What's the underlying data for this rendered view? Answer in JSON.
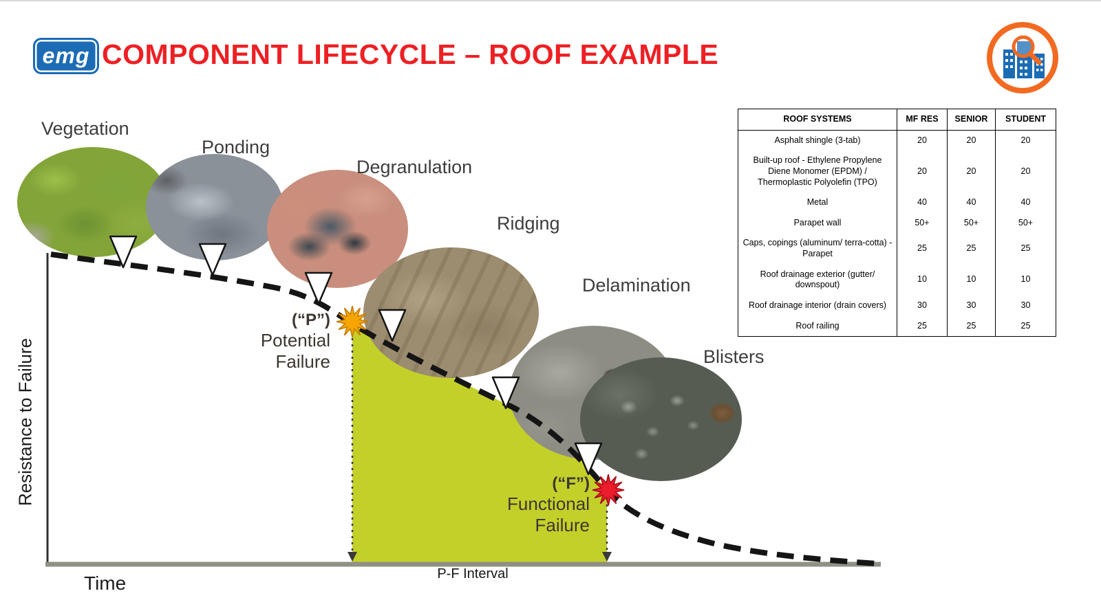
{
  "header": {
    "logo_text": "emg",
    "title": "COMPONENT LIFECYCLE – ROOF EXAMPLE",
    "logo_color": "#1b6cb5",
    "title_color": "#ed2024"
  },
  "diagram": {
    "y_axis_label": "Resistance to Failure",
    "x_axis_label": "Time",
    "stage_labels": {
      "vegetation": "Vegetation",
      "ponding": "Ponding",
      "degranulation": "Degranulation",
      "ridging": "Ridging",
      "delamination": "Delamination",
      "blisters": "Blisters"
    },
    "potential_failure": {
      "symbol": "(“P”)",
      "line1": "Potential",
      "line2": "Failure"
    },
    "functional_failure": {
      "symbol": "(“F”)",
      "line1": "Functional",
      "line2": "Failure"
    },
    "pf_interval_label": "P-F Interval",
    "colors": {
      "interval_fill": "#c4d02a",
      "potential_marker": "#f7a405",
      "functional_marker": "#eb1c2b",
      "curve": "#151515"
    }
  },
  "table": {
    "title_col": "ROOF SYSTEMS",
    "columns": [
      "MF RES",
      "SENIOR",
      "STUDENT"
    ],
    "rows": [
      {
        "system": "Asphalt shingle (3-tab)",
        "values": [
          "20",
          "20",
          "20"
        ]
      },
      {
        "system": "Built-up roof - Ethylene Propylene Diene Monomer (EPDM) / Thermoplastic Polyolefin (TPO)",
        "values": [
          "20",
          "20",
          "20"
        ]
      },
      {
        "system": "Metal",
        "values": [
          "40",
          "40",
          "40"
        ]
      },
      {
        "system": "Parapet wall",
        "values": [
          "50+",
          "50+",
          "50+"
        ]
      },
      {
        "system": "Caps, copings (aluminum/ terra-cotta) - Parapet",
        "values": [
          "25",
          "25",
          "25"
        ]
      },
      {
        "system": "Roof drainage exterior (gutter/ downspout)",
        "values": [
          "10",
          "10",
          "10"
        ]
      },
      {
        "system": "Roof drainage interior (drain covers)",
        "values": [
          "30",
          "30",
          "30"
        ]
      },
      {
        "system": "Roof railing",
        "values": [
          "25",
          "25",
          "25"
        ]
      }
    ]
  }
}
